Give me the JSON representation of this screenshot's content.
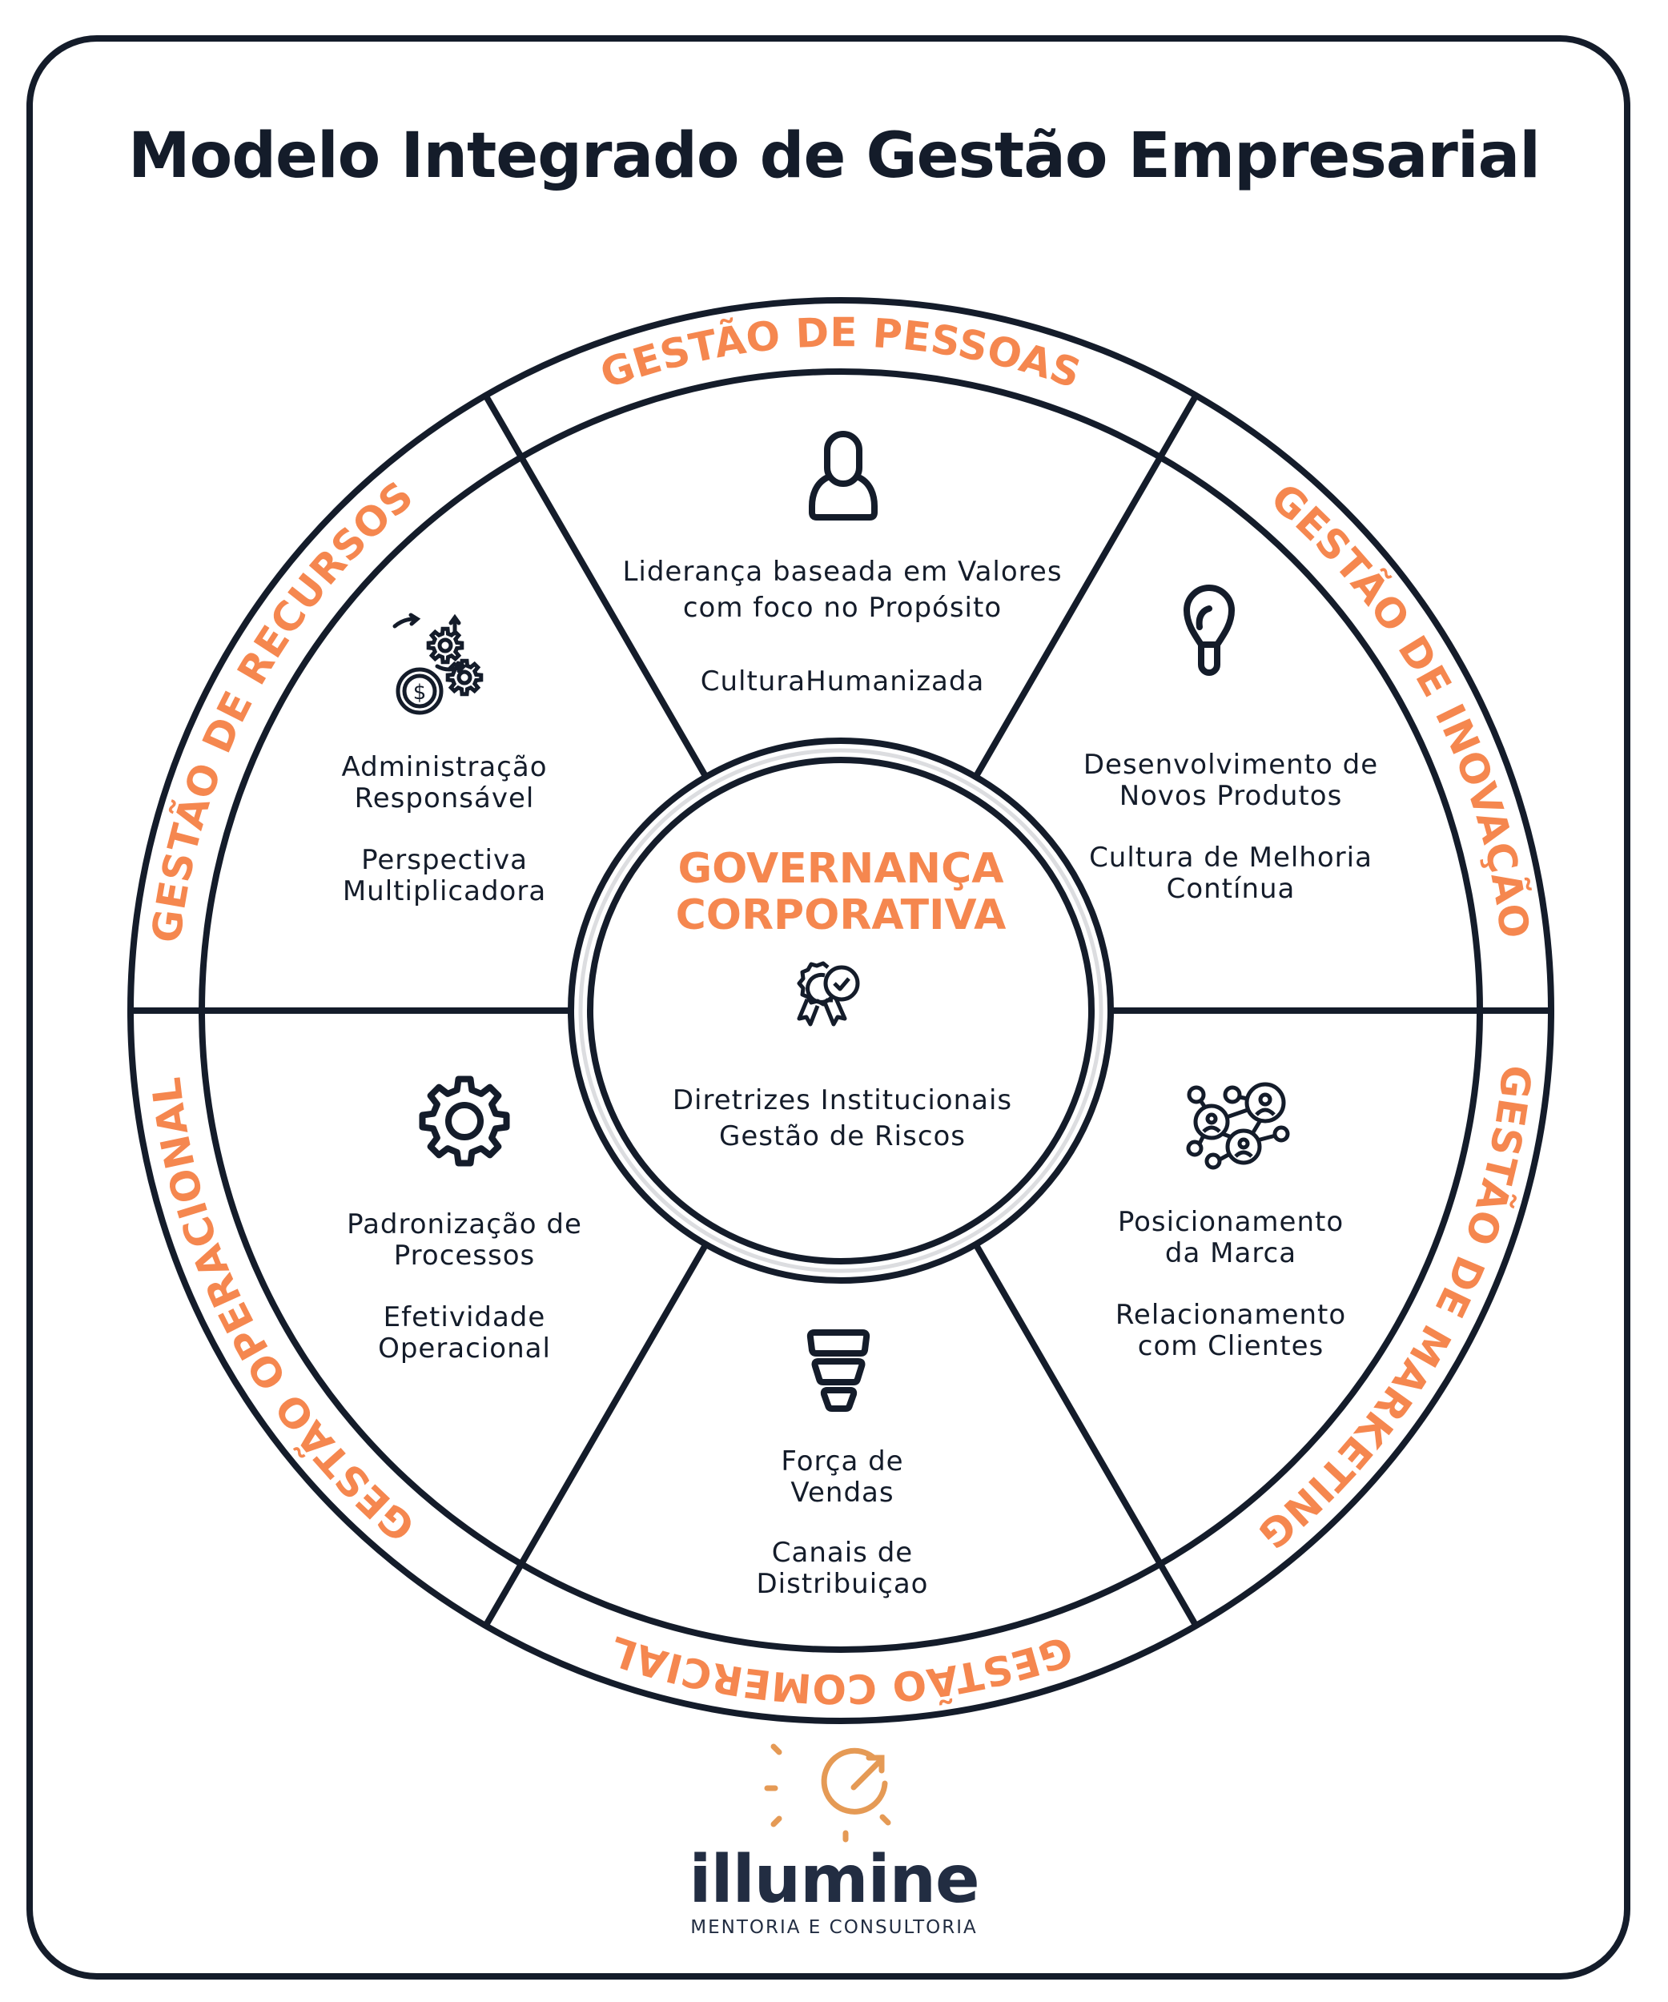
{
  "title": "Modelo Integrado de Gestão Empresarial",
  "colors": {
    "accent": "#f5874f",
    "ink": "#141c2a",
    "ring_gray": "#dcdde0",
    "logo_orange": "#e59a55",
    "logo_navy": "#222d42"
  },
  "center": {
    "title_lines": [
      "GOVERNANÇA",
      "CORPORATIVA"
    ],
    "icon": "award-badge-check-icon",
    "text_lines": [
      "Diretrizes Institucionais",
      "Gestão de Riscos"
    ]
  },
  "segments": [
    {
      "id": "pessoas",
      "label": "GESTÃO DE PESSOAS",
      "icon": "person-icon",
      "paragraphs": [
        [
          "Liderança baseada em Valores",
          "com foco no Propósito"
        ],
        [
          "CulturaHumanizada"
        ]
      ]
    },
    {
      "id": "inovacao",
      "label": "GESTÃO DE INOVAÇÃO",
      "icon": "lightbulb-icon",
      "paragraphs": [
        [
          "Desenvolvimento de",
          "Novos Produtos"
        ],
        [
          "Cultura de Melhoria",
          "Contínua"
        ]
      ]
    },
    {
      "id": "marketing",
      "label": "GESTÃO DE MARKETING",
      "icon": "network-people-icon",
      "paragraphs": [
        [
          "Posicionamento",
          "da Marca"
        ],
        [
          "Relacionamento",
          "com Clientes"
        ]
      ]
    },
    {
      "id": "comercial",
      "label": "GESTÃO COMERCIAL",
      "icon": "sales-funnel-icon",
      "paragraphs": [
        [
          "Força de",
          "Vendas"
        ],
        [
          "Canais de",
          "Distribuiçao"
        ]
      ]
    },
    {
      "id": "operacional",
      "label": "GESTÃO OPERACIONAL",
      "icon": "gear-icon",
      "paragraphs": [
        [
          "Padronização de",
          "Processos"
        ],
        [
          "Efetividade",
          "Operacional"
        ]
      ]
    },
    {
      "id": "recursos",
      "label": "GESTÃO DE RECURSOS",
      "icon": "money-gears-icon",
      "paragraphs": [
        [
          "Administração",
          "Responsável"
        ],
        [
          "Perspectiva",
          "Multiplicadora"
        ]
      ]
    }
  ],
  "logo": {
    "icon": "sun-arrow-logo-icon",
    "wordmark": "illumine",
    "tagline": "MENTORIA E CONSULTORIA"
  }
}
